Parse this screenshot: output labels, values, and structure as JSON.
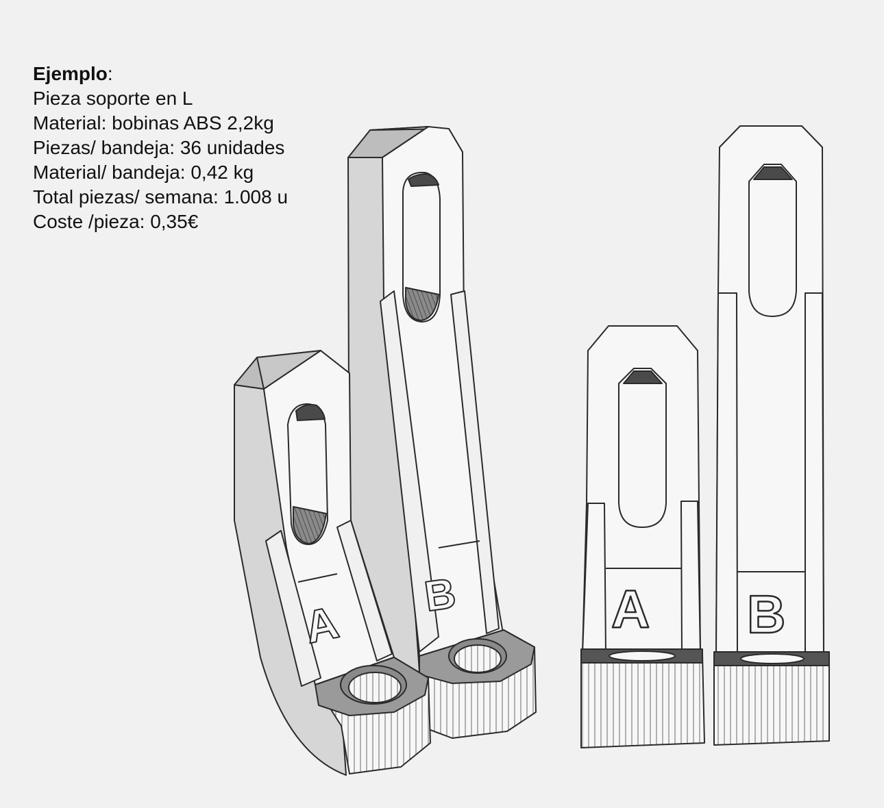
{
  "info": {
    "title": "Ejemplo",
    "title_colon": ":",
    "lines": [
      "Pieza soporte en L",
      "Material: bobinas ABS 2,2kg",
      "Piezas/ bandeja: 36 unidades",
      "Material/ bandeja: 0,42 kg",
      "Total piezas/ semana: 1.008 u",
      "Coste /pieza: 0,35€"
    ]
  },
  "parts": {
    "left_a_label": "A",
    "left_b_label": "B",
    "right_a_label": "A",
    "right_b_label": "B"
  },
  "colors": {
    "background": "#f1f1f1",
    "part_face": "#f7f7f7",
    "part_side": "#d6d6d6",
    "part_top": "#bdbdbd",
    "outline": "#2a2a2a",
    "hole_dark": "#555555"
  }
}
